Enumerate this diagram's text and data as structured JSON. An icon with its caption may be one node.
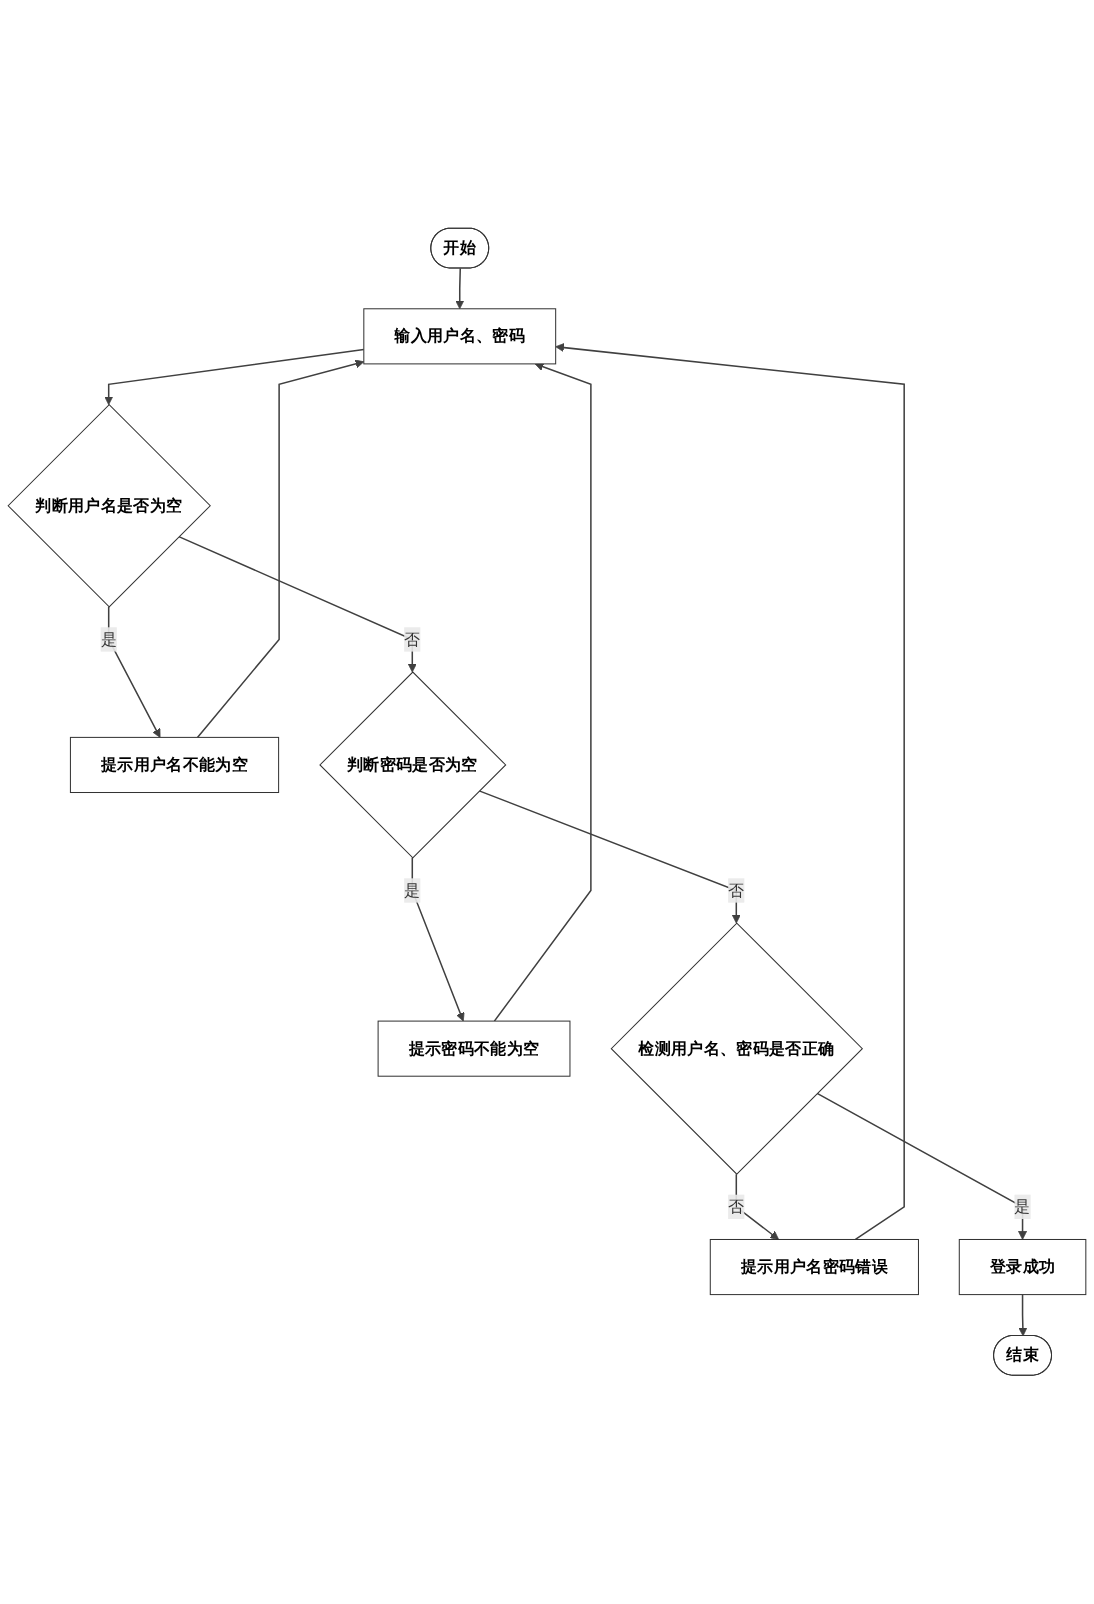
{
  "diagram": {
    "nodes": [
      {
        "text": [
          "开始"
        ]
      },
      {
        "text": [
          "输入用户名、密码"
        ]
      },
      {
        "text": [
          "判断用户名是否为空"
        ]
      },
      {
        "text": [
          "提示用户名不能为空"
        ]
      },
      {
        "text": [
          "判断密码是否为空"
        ]
      },
      {
        "text": [
          "提示密码不能为空"
        ]
      },
      {
        "text": [
          "检测用户名、密码是否正确"
        ]
      },
      {
        "text": [
          "提示用户名密码错误"
        ]
      },
      {
        "text": [
          "登录成功"
        ]
      },
      {
        "text": [
          "结束"
        ]
      }
    ],
    "edges": [
      {
        "from": 0,
        "to": 1,
        "arrow": "to"
      },
      {
        "from": 1,
        "to": 2,
        "arrow": "to"
      },
      {
        "from": 2,
        "to": 3,
        "label": "是",
        "arrow": "to"
      },
      {
        "from": 3,
        "to": 1,
        "arrow": "to"
      },
      {
        "from": 2,
        "to": 4,
        "label": "否",
        "arrow": "to"
      },
      {
        "from": 4,
        "to": 5,
        "label": "是",
        "arrow": "to"
      },
      {
        "from": 5,
        "to": 1,
        "arrow": "to"
      },
      {
        "from": 4,
        "to": 6,
        "label": "否",
        "arrow": "to"
      },
      {
        "from": 6,
        "to": 7,
        "label": "否",
        "arrow": "to"
      },
      {
        "from": 7,
        "to": 1,
        "arrow": "to"
      },
      {
        "from": 6,
        "to": 8,
        "label": "是",
        "arrow": "to"
      },
      {
        "from": 8,
        "to": 9,
        "arrow": "to"
      }
    ]
  }
}
